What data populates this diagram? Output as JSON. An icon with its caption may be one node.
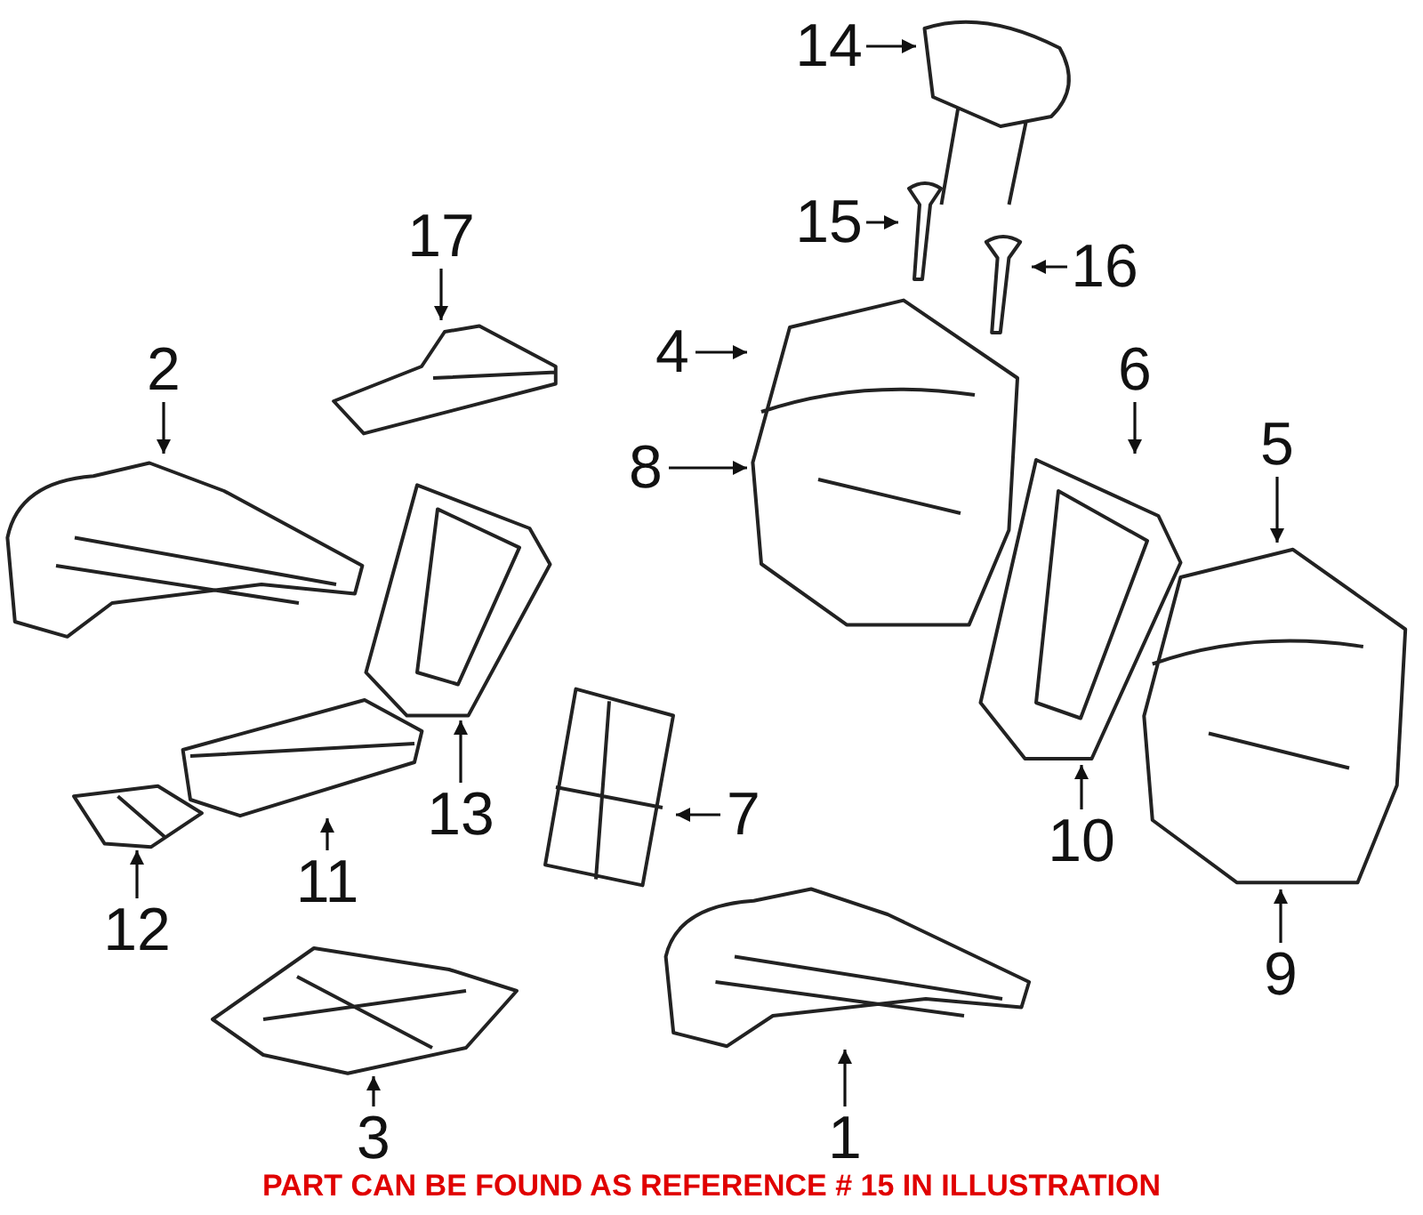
{
  "diagram": {
    "caption": "PART CAN BE FOUND AS REFERENCE # 15 IN ILLUSTRATION",
    "nodes": [
      {
        "text": [
          "1"
        ]
      },
      {
        "text": [
          "2"
        ]
      },
      {
        "text": [
          "3"
        ]
      },
      {
        "text": [
          "4"
        ]
      },
      {
        "text": [
          "5"
        ]
      },
      {
        "text": [
          "6"
        ]
      },
      {
        "text": [
          "7"
        ]
      },
      {
        "text": [
          "8"
        ]
      },
      {
        "text": [
          "9"
        ]
      },
      {
        "text": [
          "10"
        ]
      },
      {
        "text": [
          "11"
        ]
      },
      {
        "text": [
          "12"
        ]
      },
      {
        "text": [
          "13"
        ]
      },
      {
        "text": [
          "14"
        ]
      },
      {
        "text": [
          "15"
        ]
      },
      {
        "text": [
          "16"
        ]
      },
      {
        "text": [
          "17"
        ]
      },
      {
        "text": [],
        "shape": "picture"
      },
      {
        "text": [],
        "shape": "picture"
      },
      {
        "text": [],
        "shape": "picture"
      },
      {
        "text": [],
        "shape": "picture"
      },
      {
        "text": [],
        "shape": "picture"
      },
      {
        "text": [],
        "shape": "picture"
      },
      {
        "text": [],
        "shape": "picture"
      },
      {
        "text": [],
        "shape": "picture"
      },
      {
        "text": [],
        "shape": "picture"
      },
      {
        "text": [],
        "shape": "picture"
      },
      {
        "text": [],
        "shape": "picture"
      },
      {
        "text": [],
        "shape": "picture"
      },
      {
        "text": [],
        "shape": "picture"
      },
      {
        "text": [],
        "shape": "picture"
      }
    ],
    "edges": [
      {
        "from": 0,
        "to": 17,
        "arrow": "to"
      },
      {
        "from": 1,
        "to": 18,
        "arrow": "to"
      },
      {
        "from": 2,
        "to": 19,
        "arrow": "to"
      },
      {
        "from": 3,
        "to": 20,
        "arrow": "to"
      },
      {
        "from": 4,
        "to": 21,
        "arrow": "to"
      },
      {
        "from": 5,
        "to": 22,
        "arrow": "to"
      },
      {
        "from": 6,
        "to": 23,
        "arrow": "to"
      },
      {
        "from": 7,
        "to": 20,
        "arrow": "to"
      },
      {
        "from": 8,
        "to": 21,
        "arrow": "to"
      },
      {
        "from": 9,
        "to": 22,
        "arrow": "to"
      },
      {
        "from": 10,
        "to": 24,
        "arrow": "to"
      },
      {
        "from": 11,
        "to": 25,
        "arrow": "to"
      },
      {
        "from": 12,
        "to": 26,
        "arrow": "to"
      },
      {
        "from": 13,
        "to": 27,
        "arrow": "to"
      },
      {
        "from": 14,
        "to": 28,
        "arrow": "to"
      },
      {
        "from": 15,
        "to": 29,
        "arrow": "to"
      },
      {
        "from": 16,
        "to": 30,
        "arrow": "to"
      }
    ]
  }
}
